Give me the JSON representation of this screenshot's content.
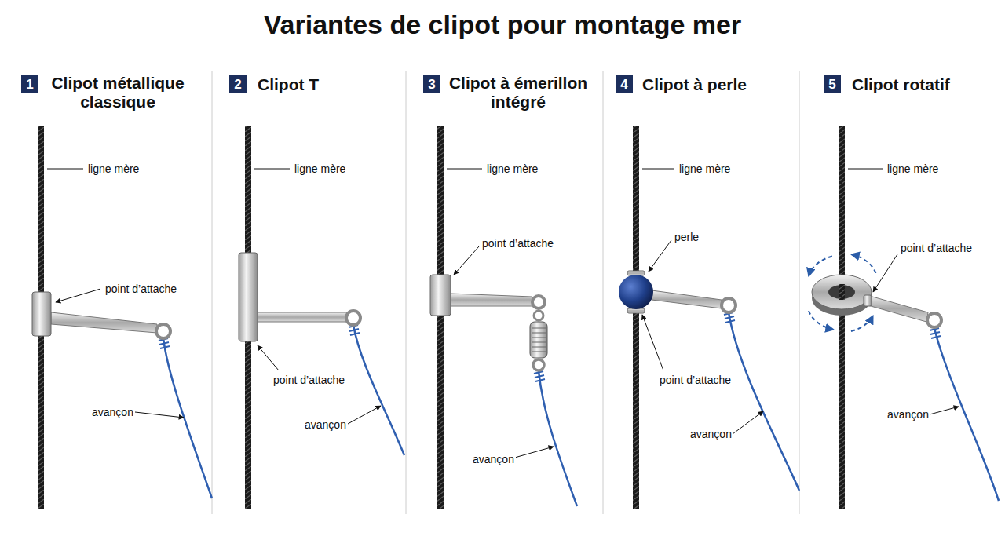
{
  "diagram": {
    "title": "Variantes de clipot pour montage mer",
    "nodes": [
      {
        "text": [
          "1"
        ]
      },
      {
        "text": [
          "2"
        ]
      },
      {
        "text": [
          "3"
        ]
      },
      {
        "text": [
          "4"
        ]
      },
      {
        "text": [
          "5"
        ]
      }
    ],
    "labels": [
      "Clipot métallique classique",
      "ligne mère",
      "point d’attache",
      "avançon",
      "Clipot T",
      "ligne mère",
      "point d’attache",
      "avançon",
      "Clipot à émerillon intégré",
      "ligne mère",
      "point d’attache",
      "avançon",
      "Clipot à perle",
      "ligne mère",
      "perle",
      "point d’attache",
      "avançon",
      "Clipot rotatif",
      "ligne mère",
      "point d’attache",
      "avançon"
    ]
  }
}
